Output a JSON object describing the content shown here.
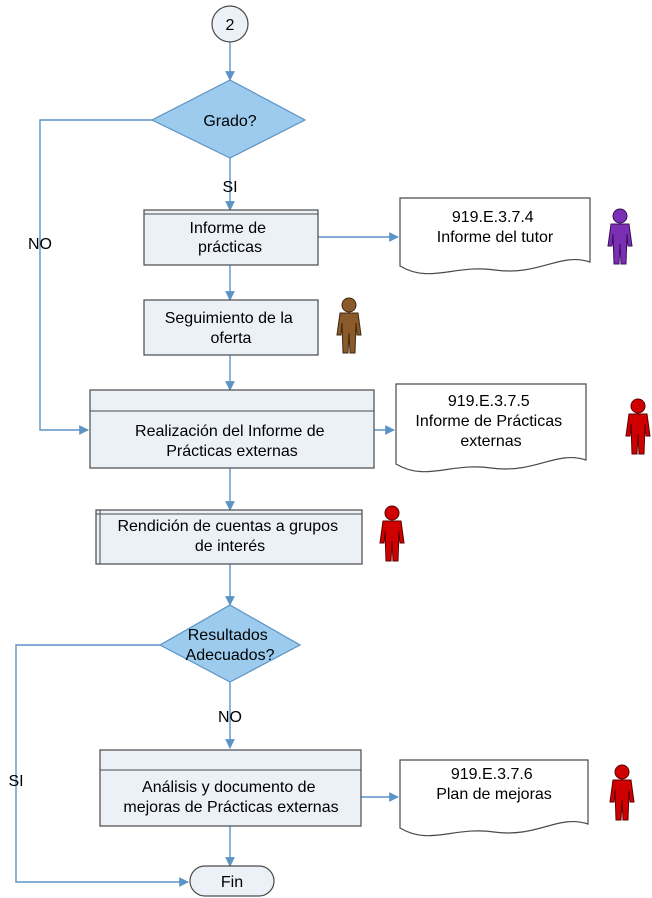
{
  "connector_start": "2",
  "decision_grado": "Grado?",
  "label_si_1": "SI",
  "label_no_1": "NO",
  "process_informe_practicas": [
    "Informe de",
    "prácticas"
  ],
  "doc_informe_tutor": [
    "919.E.3.7.4",
    "Informe del tutor"
  ],
  "process_seguimiento": [
    "Seguimiento de la",
    "oferta"
  ],
  "process_realizacion": [
    "Realización del Informe de",
    "Prácticas externas"
  ],
  "doc_informe_practicas_externas": [
    "919.E.3.7.5",
    "Informe de Prácticas",
    "externas"
  ],
  "process_rendicion": [
    "Rendición de cuentas a grupos",
    "de interés"
  ],
  "decision_resultados": [
    "Resultados",
    "Adecuados?"
  ],
  "label_no_2": "NO",
  "label_si_2": "SI",
  "process_analisis": [
    "Análisis y documento de",
    "mejoras de Prácticas externas"
  ],
  "doc_plan_mejoras": [
    "919.E.3.7.6",
    "Plan de mejoras"
  ],
  "terminal_fin": "Fin",
  "colors": {
    "flow": "#5b93c5",
    "decision_fill": "#9ccbee",
    "process_fill": "#ecf1f8",
    "actor_purple": "#7b2fb5",
    "actor_brown": "#8a5a2b",
    "actor_red": "#d10000"
  }
}
